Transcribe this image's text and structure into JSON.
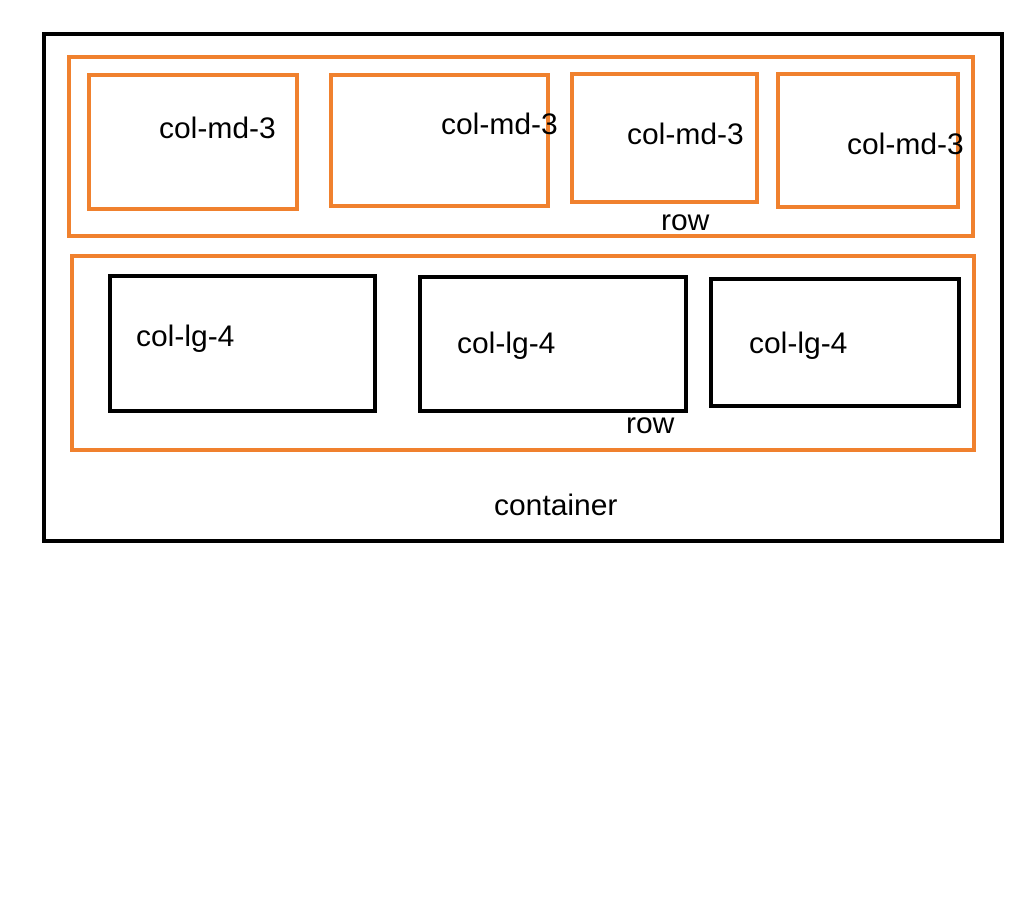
{
  "colors": {
    "container_border": "#000000",
    "row_border": "#f0812e",
    "md_column_border": "#f0812e",
    "lg_column_border": "#000000"
  },
  "container": {
    "label": "container",
    "rows": [
      {
        "label": "row",
        "columns": [
          {
            "label": "col-md-3"
          },
          {
            "label": "col-md-3"
          },
          {
            "label": "col-md-3"
          },
          {
            "label": "col-md-3"
          }
        ]
      },
      {
        "label": "row",
        "columns": [
          {
            "label": "col-lg-4"
          },
          {
            "label": "col-lg-4"
          },
          {
            "label": "col-lg-4"
          }
        ]
      }
    ]
  }
}
